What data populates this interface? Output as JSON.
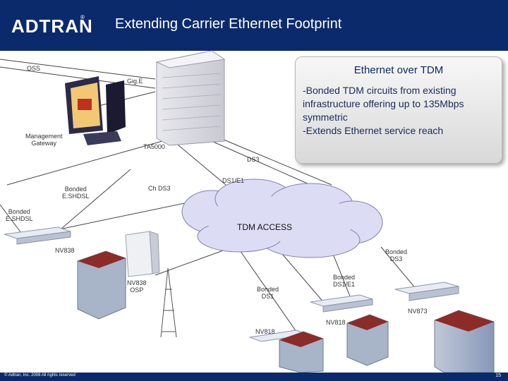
{
  "header": {
    "logo": "ADTRAN",
    "title": "Extending Carrier Ethernet Footprint"
  },
  "callout": {
    "title": "Ethernet over TDM",
    "body": "-Bonded TDM circuits from existing infrastructure offering up to 135Mbps symmetric\n-Extends Ethernet service reach"
  },
  "labels": {
    "oss": "OSS",
    "gige": "Gig.E",
    "management_gateway": "Management\nGateway",
    "ta5000": "TA5000",
    "ds3": "DS3",
    "ds1e1": "DS1/E1",
    "ch_ds3": "Ch DS3",
    "bonded_eshdsl_1": "Bonded\nE.SHDSL",
    "bonded_eshdsl_2": "Bonded\nE.SHDSL",
    "tdm_access": "TDM ACCESS",
    "nv838": "NV838",
    "nv838_osp": "NV838\nOSP",
    "bonded_ds1": "Bonded\nDS1",
    "bonded_ds1e1": "Bonded\nDS1/E1",
    "bonded_ds3": "Bonded\nDS3",
    "nv873": "NV873",
    "nv818_1": "NV818",
    "nv818_2": "NV818"
  },
  "footer": {
    "copyright": "© Adtran, Inc. 2008 All rights reserved",
    "page": "15"
  },
  "colors": {
    "brand": "#0a2a6b",
    "cloud": "#dcdcf5",
    "lines": "#444444"
  }
}
